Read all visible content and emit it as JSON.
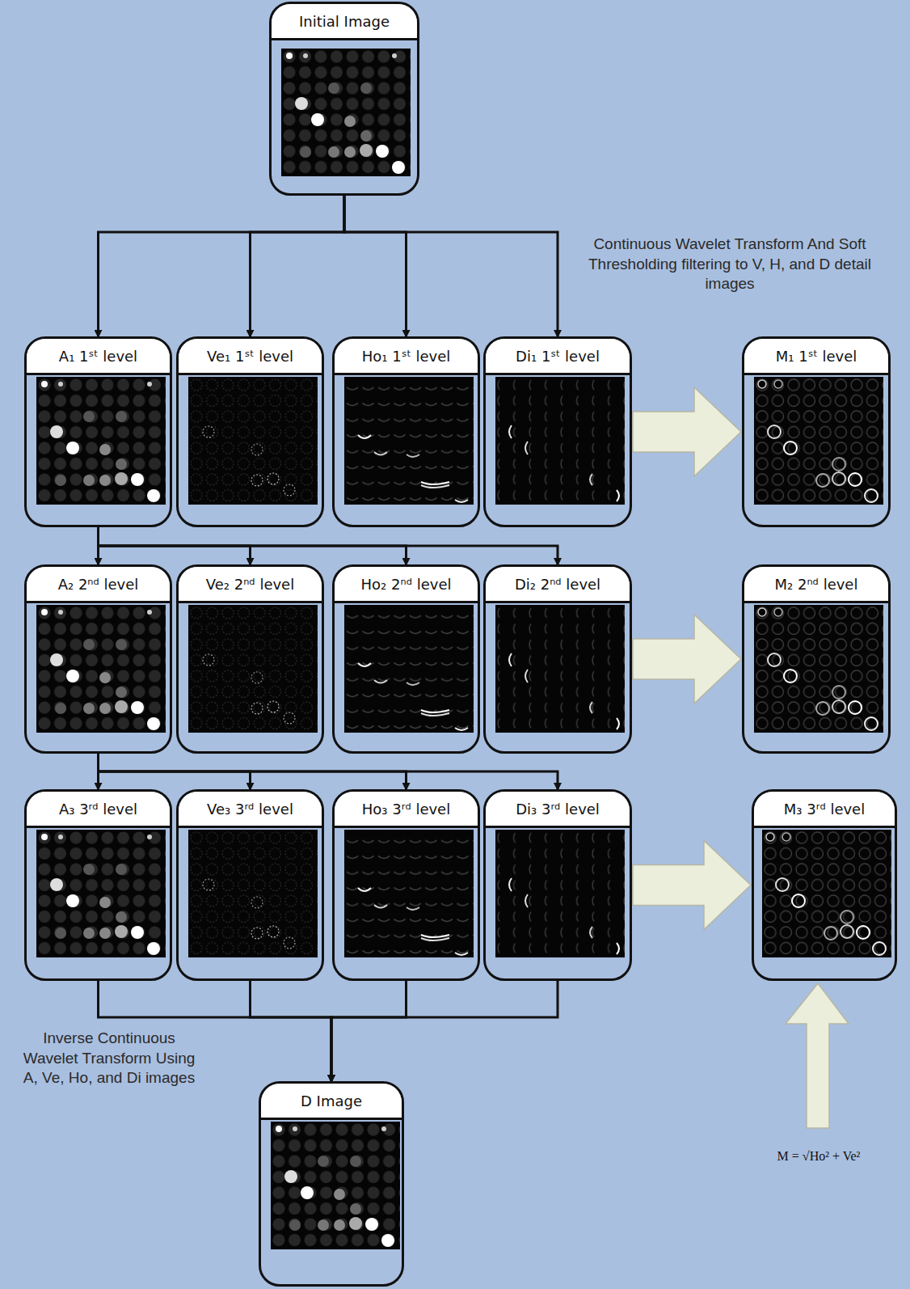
{
  "diagram": {
    "nodes": [
      {
        "text": [
          "Initial Image"
        ]
      },
      {
        "text": [
          "A₁ 1ˢᵗ level"
        ]
      },
      {
        "text": [
          "Ve₁ 1ˢᵗ level"
        ]
      },
      {
        "text": [
          "Ho₁ 1ˢᵗ level"
        ]
      },
      {
        "text": [
          "Di₁ 1ˢᵗ level"
        ]
      },
      {
        "text": [
          "M₁ 1ˢᵗ level"
        ]
      },
      {
        "text": [
          "A₂ 2ⁿᵈ level"
        ]
      },
      {
        "text": [
          "Ve₂ 2ⁿᵈ level"
        ]
      },
      {
        "text": [
          "Ho₂ 2ⁿᵈ level"
        ]
      },
      {
        "text": [
          "Di₂ 2ⁿᵈ level"
        ]
      },
      {
        "text": [
          "M₂ 2ⁿᵈ level"
        ]
      },
      {
        "text": [
          "A₃ 3ʳᵈ level"
        ]
      },
      {
        "text": [
          "Ve₃ 3ʳᵈ level"
        ]
      },
      {
        "text": [
          "Ho₃ 3ʳᵈ level"
        ]
      },
      {
        "text": [
          "Di₃ 3ʳᵈ level"
        ]
      },
      {
        "text": [
          "M₃ 3ʳᵈ level"
        ]
      },
      {
        "text": [
          "D Image"
        ]
      }
    ],
    "edges": [
      {
        "from": 0,
        "to": 1,
        "arrow": "to"
      },
      {
        "from": 0,
        "to": 2,
        "arrow": "to"
      },
      {
        "from": 0,
        "to": 3,
        "arrow": "to"
      },
      {
        "from": 0,
        "to": 4,
        "arrow": "to"
      },
      {
        "from": 4,
        "to": 5,
        "arrow": "to"
      },
      {
        "from": 1,
        "to": 6,
        "arrow": "to"
      },
      {
        "from": 1,
        "to": 7,
        "arrow": "to"
      },
      {
        "from": 1,
        "to": 8,
        "arrow": "to"
      },
      {
        "from": 1,
        "to": 9,
        "arrow": "to"
      },
      {
        "from": 9,
        "to": 10,
        "arrow": "to"
      },
      {
        "from": 6,
        "to": 11,
        "arrow": "to"
      },
      {
        "from": 6,
        "to": 12,
        "arrow": "to"
      },
      {
        "from": 6,
        "to": 13,
        "arrow": "to"
      },
      {
        "from": 6,
        "to": 14,
        "arrow": "to"
      },
      {
        "from": 14,
        "to": 15,
        "arrow": "to"
      },
      {
        "from": 11,
        "to": 16,
        "arrow": "to"
      },
      {
        "from": 12,
        "to": 16,
        "arrow": "to"
      },
      {
        "from": 13,
        "to": 16,
        "arrow": "to"
      },
      {
        "from": 14,
        "to": 16,
        "arrow": "to"
      }
    ],
    "labels": [
      "Continuous Wavelet Transform And Soft Thresholding filtering to V, H, and D detail images",
      "Inverse Continuous Wavelet Transform Using A, Ve, Ho, and Di images",
      "M = √Ho² + Ve²"
    ]
  }
}
